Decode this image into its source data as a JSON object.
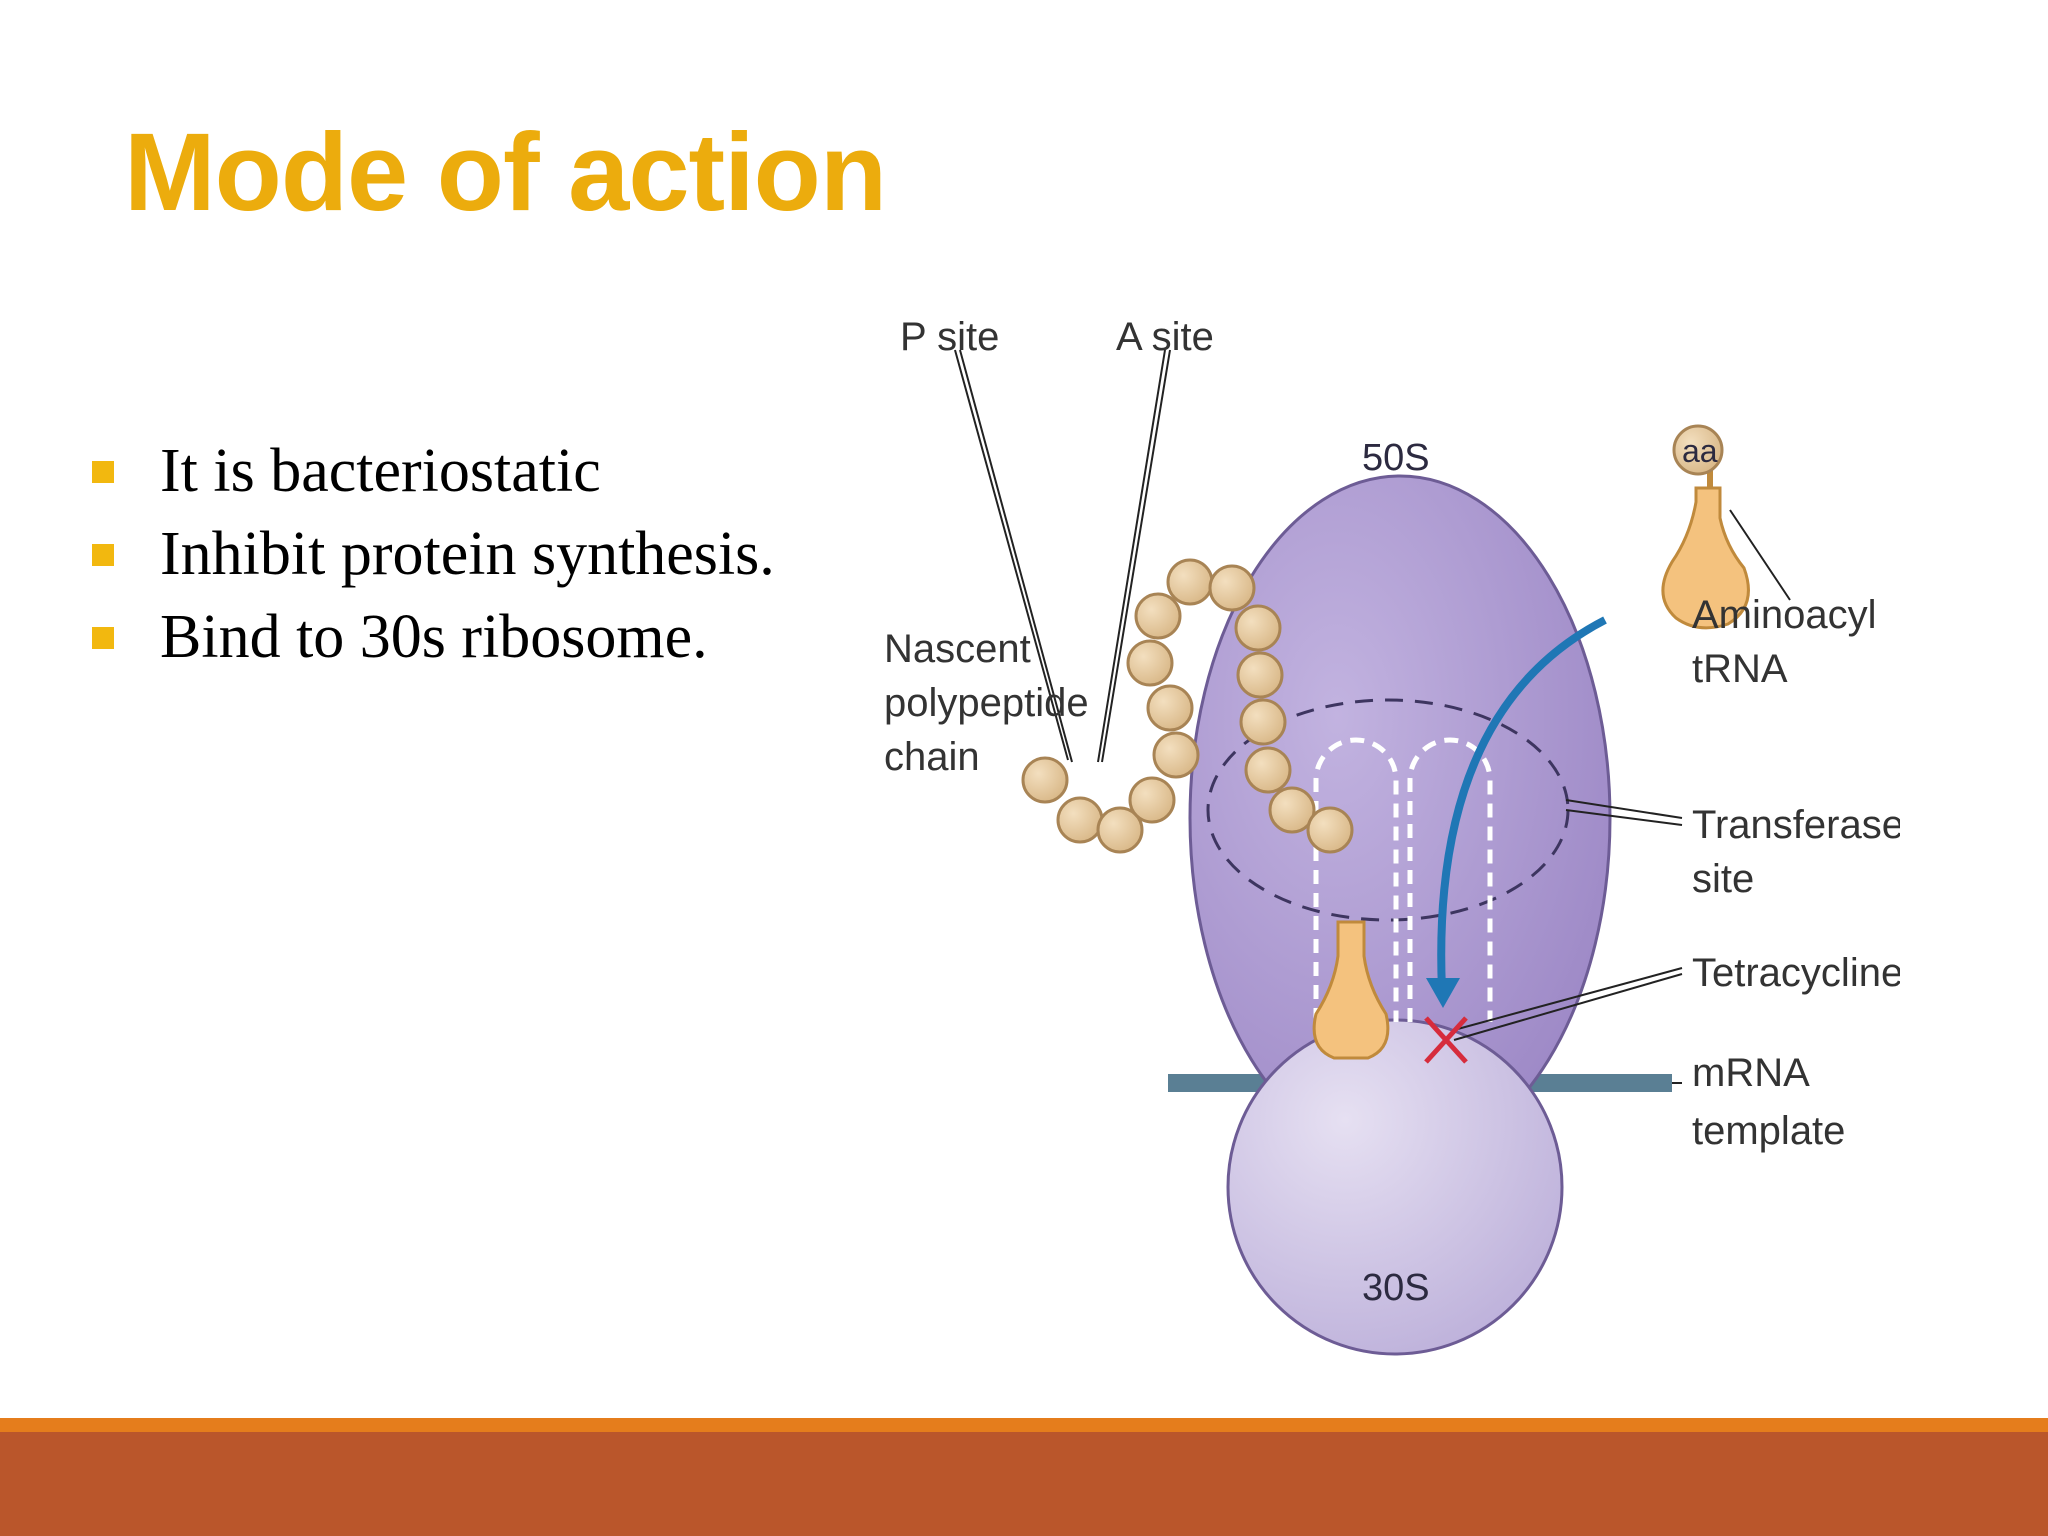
{
  "slide": {
    "title": "Mode of action",
    "bullets": [
      "It is bacteriostatic",
      "Inhibit protein synthesis.",
      "Bind to 30s ribosome."
    ]
  },
  "diagram": {
    "labels": {
      "p_site": "P site",
      "a_site": "A site",
      "large_subunit": "50S",
      "small_subunit": "30S",
      "amino_acid": "aa",
      "aminoacyl_line1": "Aminoacyl",
      "aminoacyl_line2": "tRNA",
      "nascent_line1": "Nascent",
      "nascent_line2": "polypeptide",
      "nascent_line3": "chain",
      "transferase_line1": "Transferase",
      "transferase_line2": "site",
      "tetracycline": "Tetracycline",
      "mrna_line1": "mRNA",
      "mrna_line2": "template"
    }
  },
  "colors": {
    "title": "#ecac0d",
    "bullet_marker": "#f2b80f",
    "subunit_50s": "#a693cc",
    "subunit_30s": "#cfc6e6",
    "trna": "#f4c27e",
    "bead": "#e7c99e",
    "mrna": "#5a7f94",
    "arrow": "#1f77b5",
    "tetracycline": "#d62c3c",
    "footer_thin": "#e57d1c",
    "footer_bar": "#ba562b"
  }
}
